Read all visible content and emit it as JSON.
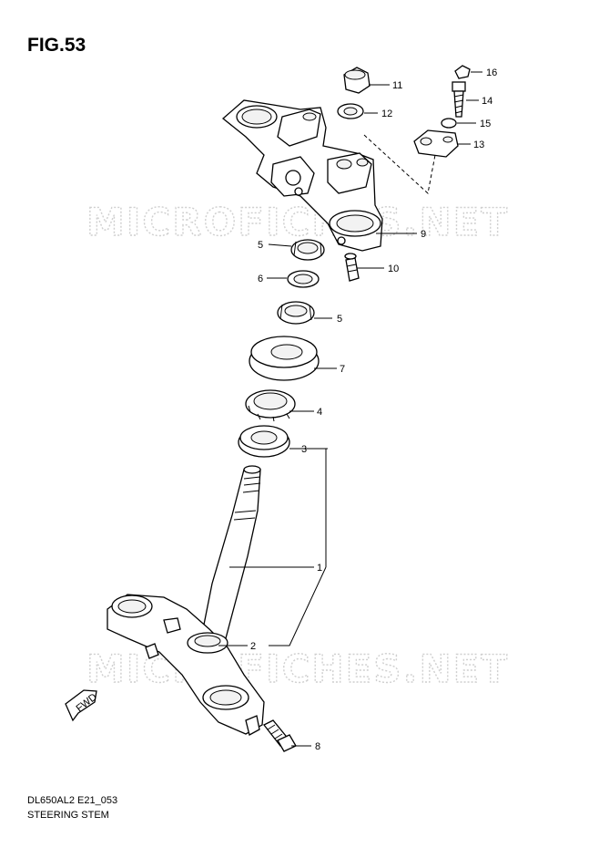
{
  "figure": {
    "title": "FIG.53"
  },
  "watermarks": [
    "MICROFICHES.NET",
    "MICROFICHES.NET"
  ],
  "fwd_label": "FWD",
  "callouts": [
    "1",
    "2",
    "3",
    "4",
    "5",
    "5",
    "6",
    "7",
    "8",
    "9",
    "10",
    "11",
    "12",
    "13",
    "14",
    "15",
    "16"
  ],
  "footer": {
    "code": "DL650AL2 E21_053",
    "caption": "STEERING STEM"
  }
}
